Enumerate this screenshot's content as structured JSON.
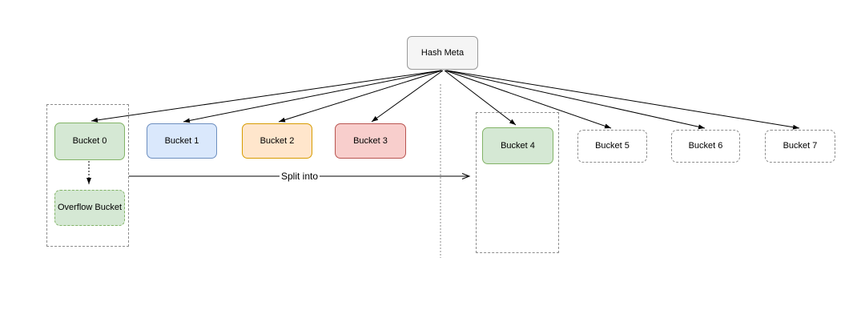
{
  "diagram": {
    "root": {
      "label": "Hash Meta"
    },
    "buckets": [
      {
        "label": "Bucket 0",
        "style": "green-solid"
      },
      {
        "label": "Bucket 1",
        "style": "blue-solid"
      },
      {
        "label": "Bucket 2",
        "style": "orange-solid"
      },
      {
        "label": "Bucket 3",
        "style": "red-solid"
      },
      {
        "label": "Bucket 4",
        "style": "green-solid"
      },
      {
        "label": "Bucket 5",
        "style": "white-dashed"
      },
      {
        "label": "Bucket 6",
        "style": "white-dashed"
      },
      {
        "label": "Bucket 7",
        "style": "white-dashed"
      }
    ],
    "overflow": {
      "label": "Overflow Bucket"
    },
    "split_edge": {
      "label": "Split into"
    },
    "colors": {
      "green_fill": "#d5e8d4",
      "green_stroke": "#82b366",
      "blue_fill": "#dae8fc",
      "blue_stroke": "#6c8ebf",
      "orange_fill": "#ffe6cc",
      "orange_stroke": "#d79b00",
      "red_fill": "#f8cecc",
      "red_stroke": "#b85450",
      "meta_fill": "#f5f5f5",
      "meta_stroke": "#999999",
      "dashed_outline": "#8c8c8c",
      "arrow": "#000000",
      "background": "#ffffff"
    }
  }
}
